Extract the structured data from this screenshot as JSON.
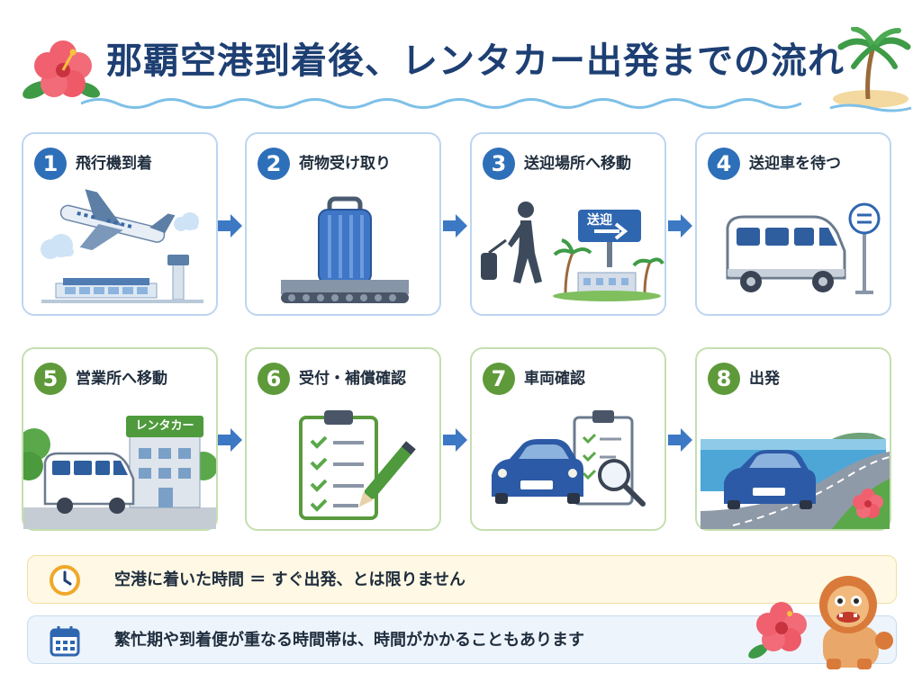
{
  "title": "那覇空港到着後、レンタカー出発までの流れ",
  "steps": [
    {
      "number": "1",
      "label": "飛行機到着"
    },
    {
      "number": "2",
      "label": "荷物受け取り"
    },
    {
      "number": "3",
      "label": "送迎場所へ移動",
      "sign": "送迎"
    },
    {
      "number": "4",
      "label": "送迎車を待つ"
    },
    {
      "number": "5",
      "label": "営業所へ移動",
      "sign": "レンタカー"
    },
    {
      "number": "6",
      "label": "受付・補償確認"
    },
    {
      "number": "7",
      "label": "車両確認"
    },
    {
      "number": "8",
      "label": "出発"
    }
  ],
  "notes": [
    {
      "text": "空港に着いた時間 ＝ すぐ出発、とは限りません",
      "icon": "clock-icon"
    },
    {
      "text": "繁忙期や到着便が重なる時間帯は、時間がかかることもあります",
      "icon": "calendar-icon"
    }
  ],
  "colors": {
    "title": "#1d3f73",
    "blue_accent": "#2e6fb9",
    "green_accent": "#5f9a3a",
    "blue_border": "#bcd6ef",
    "green_border": "#c5dfb0"
  }
}
